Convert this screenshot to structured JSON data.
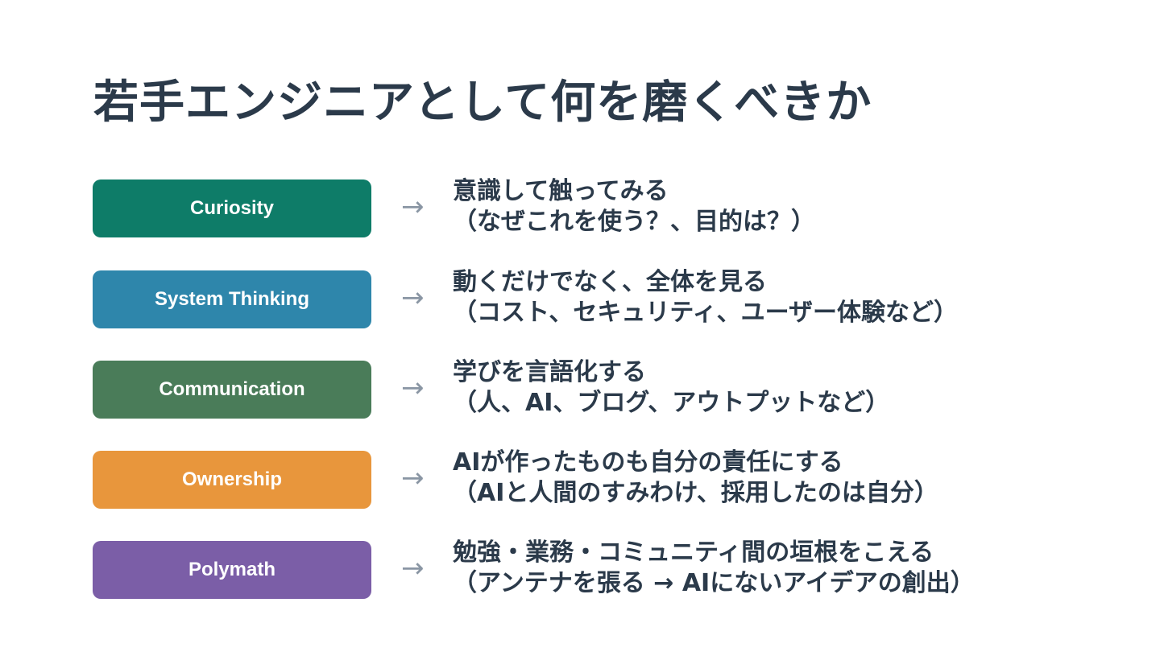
{
  "title": "若手エンジニアとして何を磨くべきか",
  "arrow": "→",
  "items": [
    {
      "label": "Curiosity",
      "color": "#0e7c68",
      "line1": "意識して触ってみる",
      "line2": "（なぜこれを使う？、目的は？）"
    },
    {
      "label": "System Thinking",
      "color": "#2e86ab",
      "line1": "動くだけでなく、全体を見る",
      "line2": "（コスト、セキュリティ、ユーザー体験など）"
    },
    {
      "label": "Communication",
      "color": "#4a7c59",
      "line1": "学びを言語化する",
      "line2": "（人、AI、ブログ、アウトプットなど）"
    },
    {
      "label": "Ownership",
      "color": "#e8963c",
      "line1": "AIが作ったものも自分の責任にする",
      "line2": "（AIと人間のすみわけ、採用したのは自分）"
    },
    {
      "label": "Polymath",
      "color": "#7b5ea7",
      "line1": "勉強・業務・コミュニティ間の垣根をこえる",
      "line2": "（アンテナを張る → AIにないアイデアの創出）"
    }
  ]
}
